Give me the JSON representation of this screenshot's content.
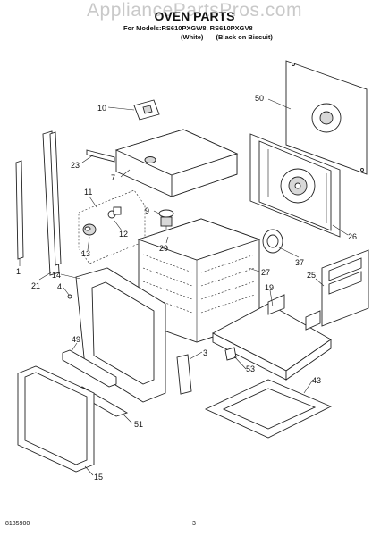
{
  "watermark": "AppliancePartsPros.com",
  "title": "OVEN PARTS",
  "models_line": "For Models:RS610PXGW8, RS610PXGV8",
  "variants": [
    "(White)",
    "(Black on Biscuit)"
  ],
  "doc_number": "8185900",
  "page_number": "3",
  "part_labels": [
    "10",
    "50",
    "23",
    "7",
    "11",
    "9",
    "12",
    "26",
    "13",
    "29",
    "37",
    "1",
    "14",
    "27",
    "25",
    "4",
    "21",
    "19",
    "49",
    "3",
    "53",
    "43",
    "51",
    "15"
  ]
}
